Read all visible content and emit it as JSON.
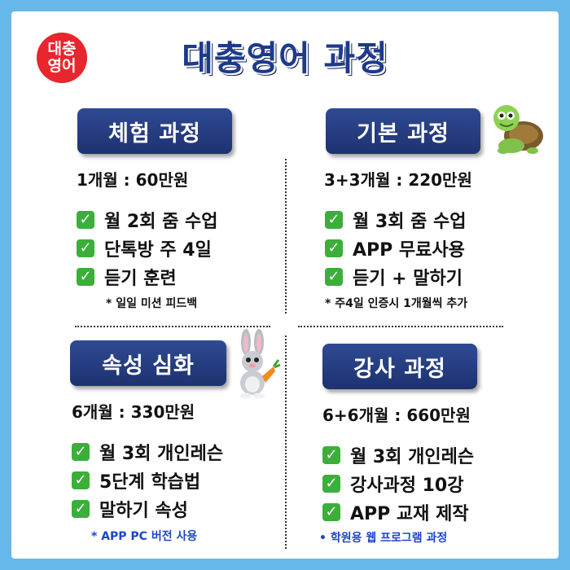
{
  "logo": {
    "line1": "대충",
    "line2": "영어"
  },
  "title": "대충영어 과정",
  "sections": [
    {
      "pill": "체험 과정",
      "price": "1개월 : 60만원",
      "items": [
        "월 2회 줌 수업",
        "단톡방 주 4일",
        "듣기 훈련"
      ],
      "note": "* 일일 미션 피드백"
    },
    {
      "pill": "기본 과정",
      "price": "3+3개월 : 220만원",
      "items": [
        "월 3회 줌 수업",
        "APP 무료사용",
        "듣기 + 말하기"
      ],
      "note": "* 주4일 인증시 1개월씩 추가"
    },
    {
      "pill": "속성 심화",
      "price": "6개월 : 330만원",
      "items": [
        "월 3회 개인레슨",
        "5단계 학습법",
        "말하기 속성"
      ],
      "note": "* APP PC 버전 사용"
    },
    {
      "pill": "강사 과정",
      "price": "6+6개월 : 660만원",
      "items": [
        "월 3회 개인레슨",
        "강사과정 10강",
        "APP 교재 제작"
      ],
      "note": "•  학원용 웹 프로그램 과정"
    }
  ],
  "icons": {
    "check": "check-mark-icon",
    "turtle": "turtle-icon",
    "rabbit": "rabbit-icon"
  },
  "colors": {
    "frame": "#66b8ea",
    "pill": "#23377a",
    "logo": "#e8262d",
    "title": "#1d3a8c",
    "check": "#3cae3a",
    "note_blue": "#1d46c9"
  }
}
